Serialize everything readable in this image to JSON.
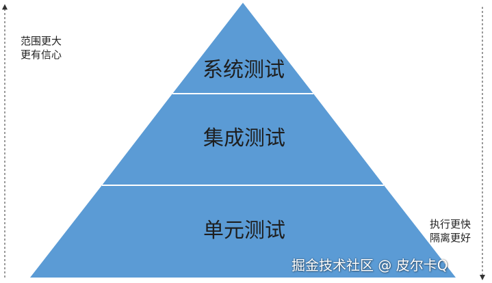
{
  "colors": {
    "fill": "#5b9bd5",
    "divider": "#ffffff",
    "label": "#1e1e1e",
    "arrow": "#333333"
  },
  "layers": [
    {
      "label": "系统测试"
    },
    {
      "label": "集成测试"
    },
    {
      "label": "单元测试"
    }
  ],
  "left_annotation": {
    "line1": "范围更大",
    "line2": "更有信心"
  },
  "right_annotation": {
    "line1": "执行更快",
    "line2": "隔离更好"
  },
  "watermark": "掘金技术社区 @ 皮尔卡Q"
}
